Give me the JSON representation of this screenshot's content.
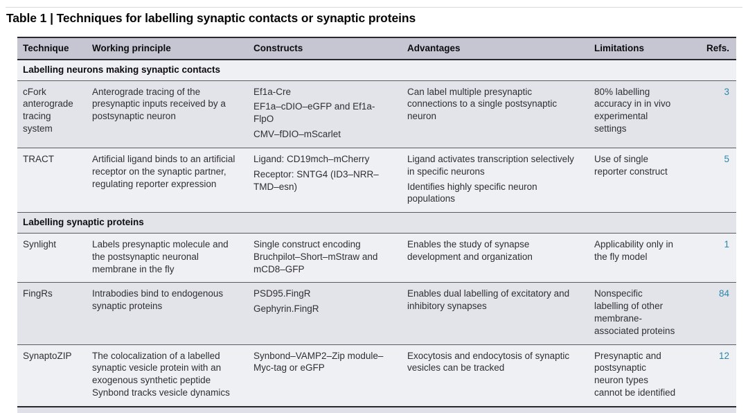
{
  "table": {
    "title": "Table 1 | Techniques for labelling synaptic contacts or synaptic proteins",
    "columns": [
      "Technique",
      "Working principle",
      "Constructs",
      "Advantages",
      "Limitations",
      "Refs."
    ],
    "sections": [
      {
        "header": "Labelling neurons making synaptic contacts",
        "rows": [
          {
            "technique": "cFork anterograde tracing system",
            "working_principle": "Anterograde tracing of the presynaptic inputs received by a postsynaptic neuron",
            "constructs": [
              "Ef1a-Cre",
              "EF1a–cDIO–eGFP and Ef1a-FlpO",
              "CMV–fDIO–mScarlet"
            ],
            "advantages": [
              "Can label multiple presynaptic connections to a single postsynaptic neuron"
            ],
            "limitations": "80% labelling accuracy in in vivo experimental settings",
            "ref": "3"
          },
          {
            "technique": "TRACT",
            "working_principle": "Artificial ligand binds to an artificial receptor on the synaptic partner, regulating reporter expression",
            "constructs": [
              "Ligand: CD19mch–mCherry",
              "Receptor: SNTG4 (ID3–NRR–TMD–esn)"
            ],
            "advantages": [
              "Ligand activates transcription selectively in specific neurons",
              "Identifies highly specific neuron populations"
            ],
            "limitations": "Use of single reporter construct",
            "ref": "5"
          }
        ]
      },
      {
        "header": "Labelling synaptic proteins",
        "rows": [
          {
            "technique": "Synlight",
            "working_principle": "Labels presynaptic molecule and the postsynaptic neuronal membrane in the fly",
            "constructs": [
              "Single construct encoding Bruchpilot–Short–mStraw and mCD8–GFP"
            ],
            "advantages": [
              "Enables the study of synapse development and organization"
            ],
            "limitations": "Applicability only in the fly model",
            "ref": "1"
          },
          {
            "technique": "FingRs",
            "working_principle": "Intrabodies bind to endogenous synaptic proteins",
            "constructs": [
              "PSD95.FingR",
              "Gephyrin.FingR"
            ],
            "advantages": [
              "Enables dual labelling of excitatory and inhibitory synapses"
            ],
            "limitations": "Nonspecific labelling of other membrane-associated proteins",
            "ref": "84"
          },
          {
            "technique": "SynaptoZIP",
            "working_principle": "The colocalization of a labelled synaptic vesicle protein with an exogenous synthetic peptide Synbond tracks vesicle dynamics",
            "constructs": [
              "Synbond–VAMP2–Zip module–Myc-tag or eGFP"
            ],
            "advantages": [
              "Exocytosis and endocytosis of synaptic vesicles can be tracked"
            ],
            "limitations": "Presynaptic and postsynaptic neuron types cannot be identified",
            "ref": "12"
          }
        ]
      }
    ],
    "colors": {
      "ref_link": "#2b87a9",
      "header_row": "#c5c6d1",
      "row_gray": "#e3e4ea",
      "row_light": "#eff0f4"
    }
  }
}
